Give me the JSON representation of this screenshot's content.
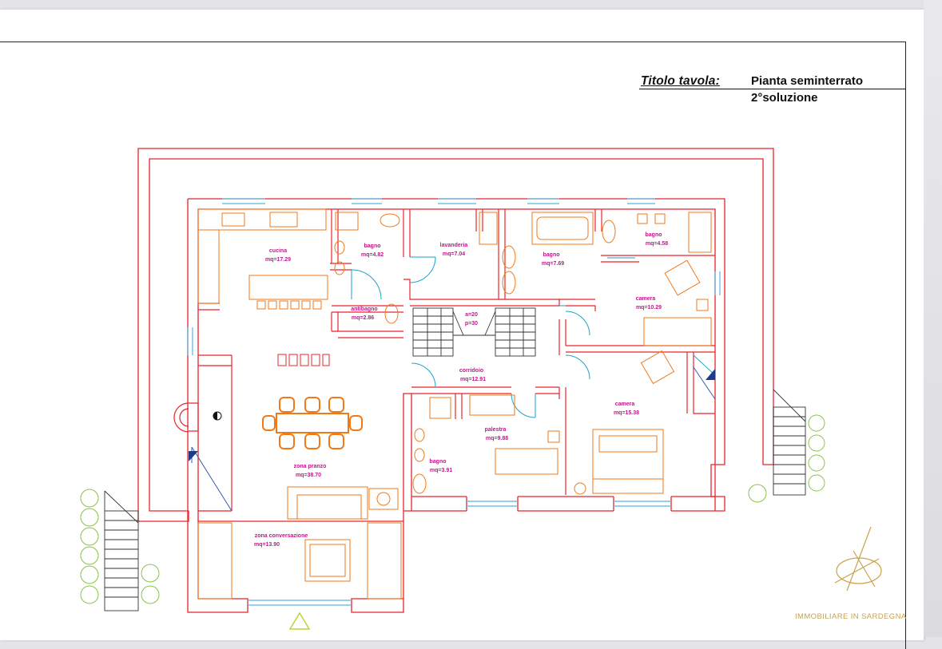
{
  "title_block": {
    "label": "Titolo tavola:",
    "line1": "Pianta seminterrato",
    "line2": "2°soluzione"
  },
  "rooms": [
    {
      "id": "cucina",
      "name": "cucina",
      "area": "mq=17.29"
    },
    {
      "id": "bagno1",
      "name": "bagno",
      "area": "mq=4.82"
    },
    {
      "id": "lavanderia",
      "name": "lavanderia",
      "area": "mq=7.04"
    },
    {
      "id": "bagno2",
      "name": "bagno",
      "area": "mq=7.69"
    },
    {
      "id": "bagno3",
      "name": "bagno",
      "area": "mq=4.58"
    },
    {
      "id": "camera1",
      "name": "camera",
      "area": "mq=10.29"
    },
    {
      "id": "antibagno",
      "name": "antibagno",
      "area": "mq=2.86"
    },
    {
      "id": "scala",
      "name": "a=20",
      "area": "p=30"
    },
    {
      "id": "corridoio",
      "name": "corridoio",
      "area": "mq=12.91"
    },
    {
      "id": "camera2",
      "name": "camera",
      "area": "mq=15.38"
    },
    {
      "id": "palestra",
      "name": "palestra",
      "area": "mq=9.88"
    },
    {
      "id": "bagno4",
      "name": "bagno",
      "area": "mq=3.91"
    },
    {
      "id": "zona_pranzo",
      "name": "zona pranzo",
      "area": "mq=38.70"
    },
    {
      "id": "zona_conversazione",
      "name": "zona conversazione",
      "area": "mq=13.90"
    }
  ],
  "brand": {
    "text": "IMMOBILIARE IN SARDEGNA"
  },
  "colors": {
    "wall": "#e8242c",
    "furniture": "#f07a1a",
    "label": "#c4158c",
    "stair": "#333333",
    "door": "#1aa6c8",
    "window": "#5ab4e0",
    "plant": "#8ac44a",
    "brand": "#c9a24c"
  }
}
